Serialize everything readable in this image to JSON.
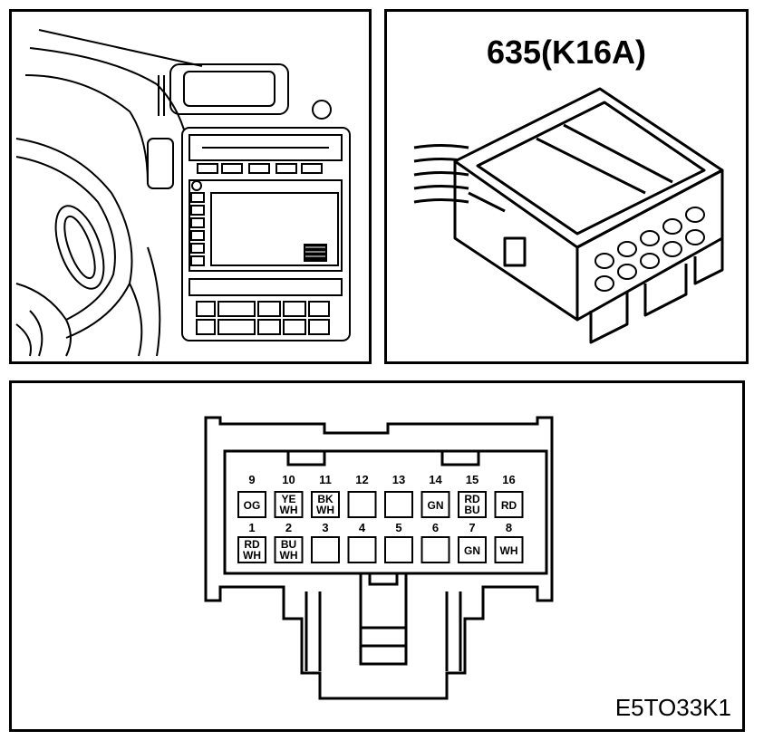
{
  "connector": {
    "title": "635(K16A)",
    "code": "E5TO33K1"
  },
  "pins": [
    {
      "num": "9",
      "lines": [
        "OG"
      ]
    },
    {
      "num": "10",
      "lines": [
        "YE",
        "WH"
      ]
    },
    {
      "num": "11",
      "lines": [
        "BK",
        "WH"
      ]
    },
    {
      "num": "12",
      "lines": []
    },
    {
      "num": "13",
      "lines": []
    },
    {
      "num": "14",
      "lines": [
        "GN"
      ]
    },
    {
      "num": "15",
      "lines": [
        "RD",
        "BU"
      ]
    },
    {
      "num": "16",
      "lines": [
        "RD"
      ]
    },
    {
      "num": "1",
      "lines": [
        "RD",
        "WH"
      ]
    },
    {
      "num": "2",
      "lines": [
        "BU",
        "WH"
      ]
    },
    {
      "num": "3",
      "lines": []
    },
    {
      "num": "4",
      "lines": []
    },
    {
      "num": "5",
      "lines": []
    },
    {
      "num": "6",
      "lines": []
    },
    {
      "num": "7",
      "lines": [
        "GN"
      ]
    },
    {
      "num": "8",
      "lines": [
        "WH"
      ]
    }
  ]
}
